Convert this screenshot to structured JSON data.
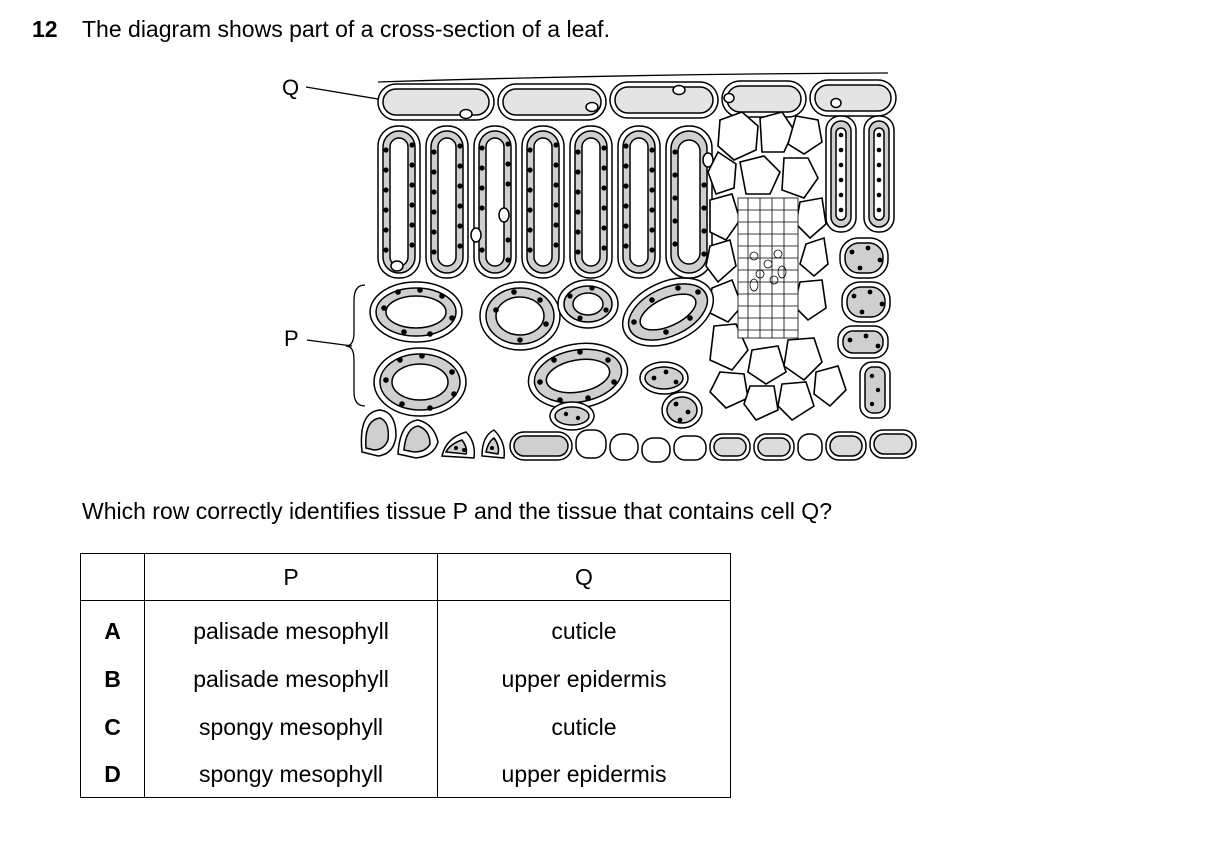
{
  "question": {
    "number": "12",
    "text": "The diagram shows part of a cross-section of a leaf."
  },
  "diagram": {
    "label_q": "Q",
    "label_p": "P"
  },
  "prompt": "Which row correctly identifies tissue P and the tissue that contains cell Q?",
  "table": {
    "headers": [
      "",
      "P",
      "Q"
    ],
    "rows": [
      {
        "key": "A",
        "p": "palisade mesophyll",
        "q": "cuticle"
      },
      {
        "key": "B",
        "p": "palisade mesophyll",
        "q": "upper epidermis"
      },
      {
        "key": "C",
        "p": "spongy mesophyll",
        "q": "cuticle"
      },
      {
        "key": "D",
        "p": "spongy mesophyll",
        "q": "upper epidermis"
      }
    ]
  }
}
